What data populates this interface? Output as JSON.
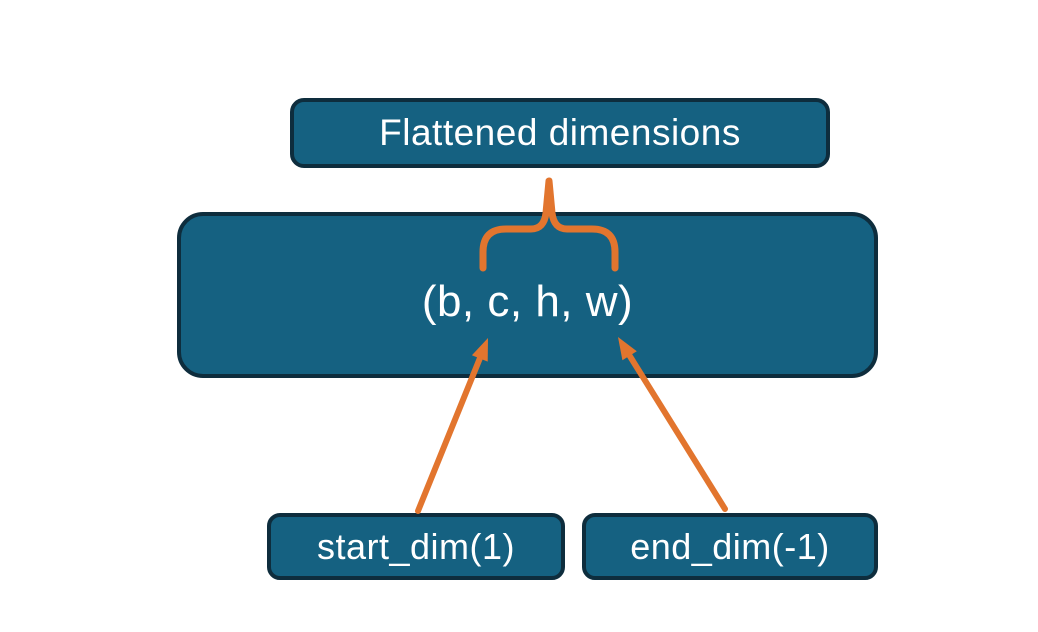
{
  "diagram": {
    "boxes": {
      "flattened": {
        "label": "Flattened dimensions"
      },
      "tensor": {
        "label": "(b, c, h, w)"
      },
      "start_dim": {
        "label": "start_dim(1)"
      },
      "end_dim": {
        "label": "end_dim(-1)"
      }
    },
    "icons": {
      "brace": "curly-brace-up-icon",
      "start_arrow": "arrow-up-right-icon",
      "end_arrow": "arrow-up-left-icon"
    },
    "colors": {
      "background": "#ffffff",
      "box_fill": "#156181",
      "box_border": "#0e2d3d",
      "text": "#ffffff",
      "connector_orange": "#e2752e"
    }
  }
}
